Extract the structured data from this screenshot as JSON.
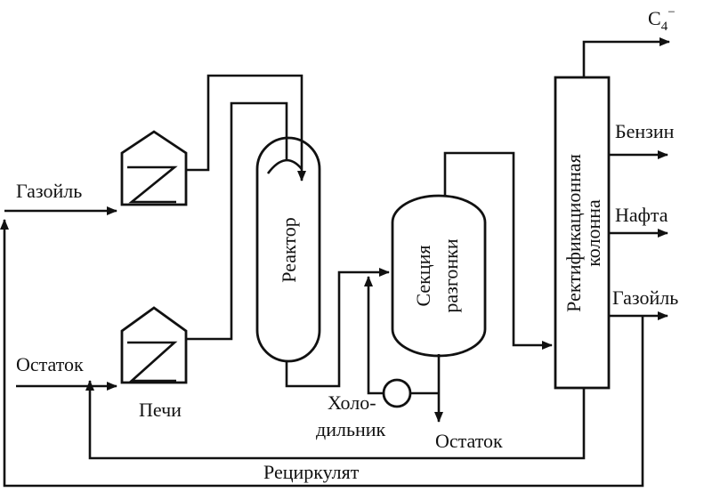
{
  "diagram": {
    "labels": {
      "gasoil_in": "Газойль",
      "residue_in": "Остаток",
      "furnaces": "Печи",
      "reactor": "Реактор",
      "separation_line1": "Секция",
      "separation_line2": "разгонки",
      "column_line1": "Ректификационная",
      "column_line2": "колонна",
      "c4_base": "C",
      "c4_sub": "4",
      "c4_sup": "−",
      "gasoline": "Бензин",
      "naphtha": "Нафта",
      "gasoil_out": "Газойль",
      "cooler_line1": "Холо-",
      "cooler_line2": "дильник",
      "residue_out": "Остаток",
      "recycle": "Рециркулят"
    }
  }
}
